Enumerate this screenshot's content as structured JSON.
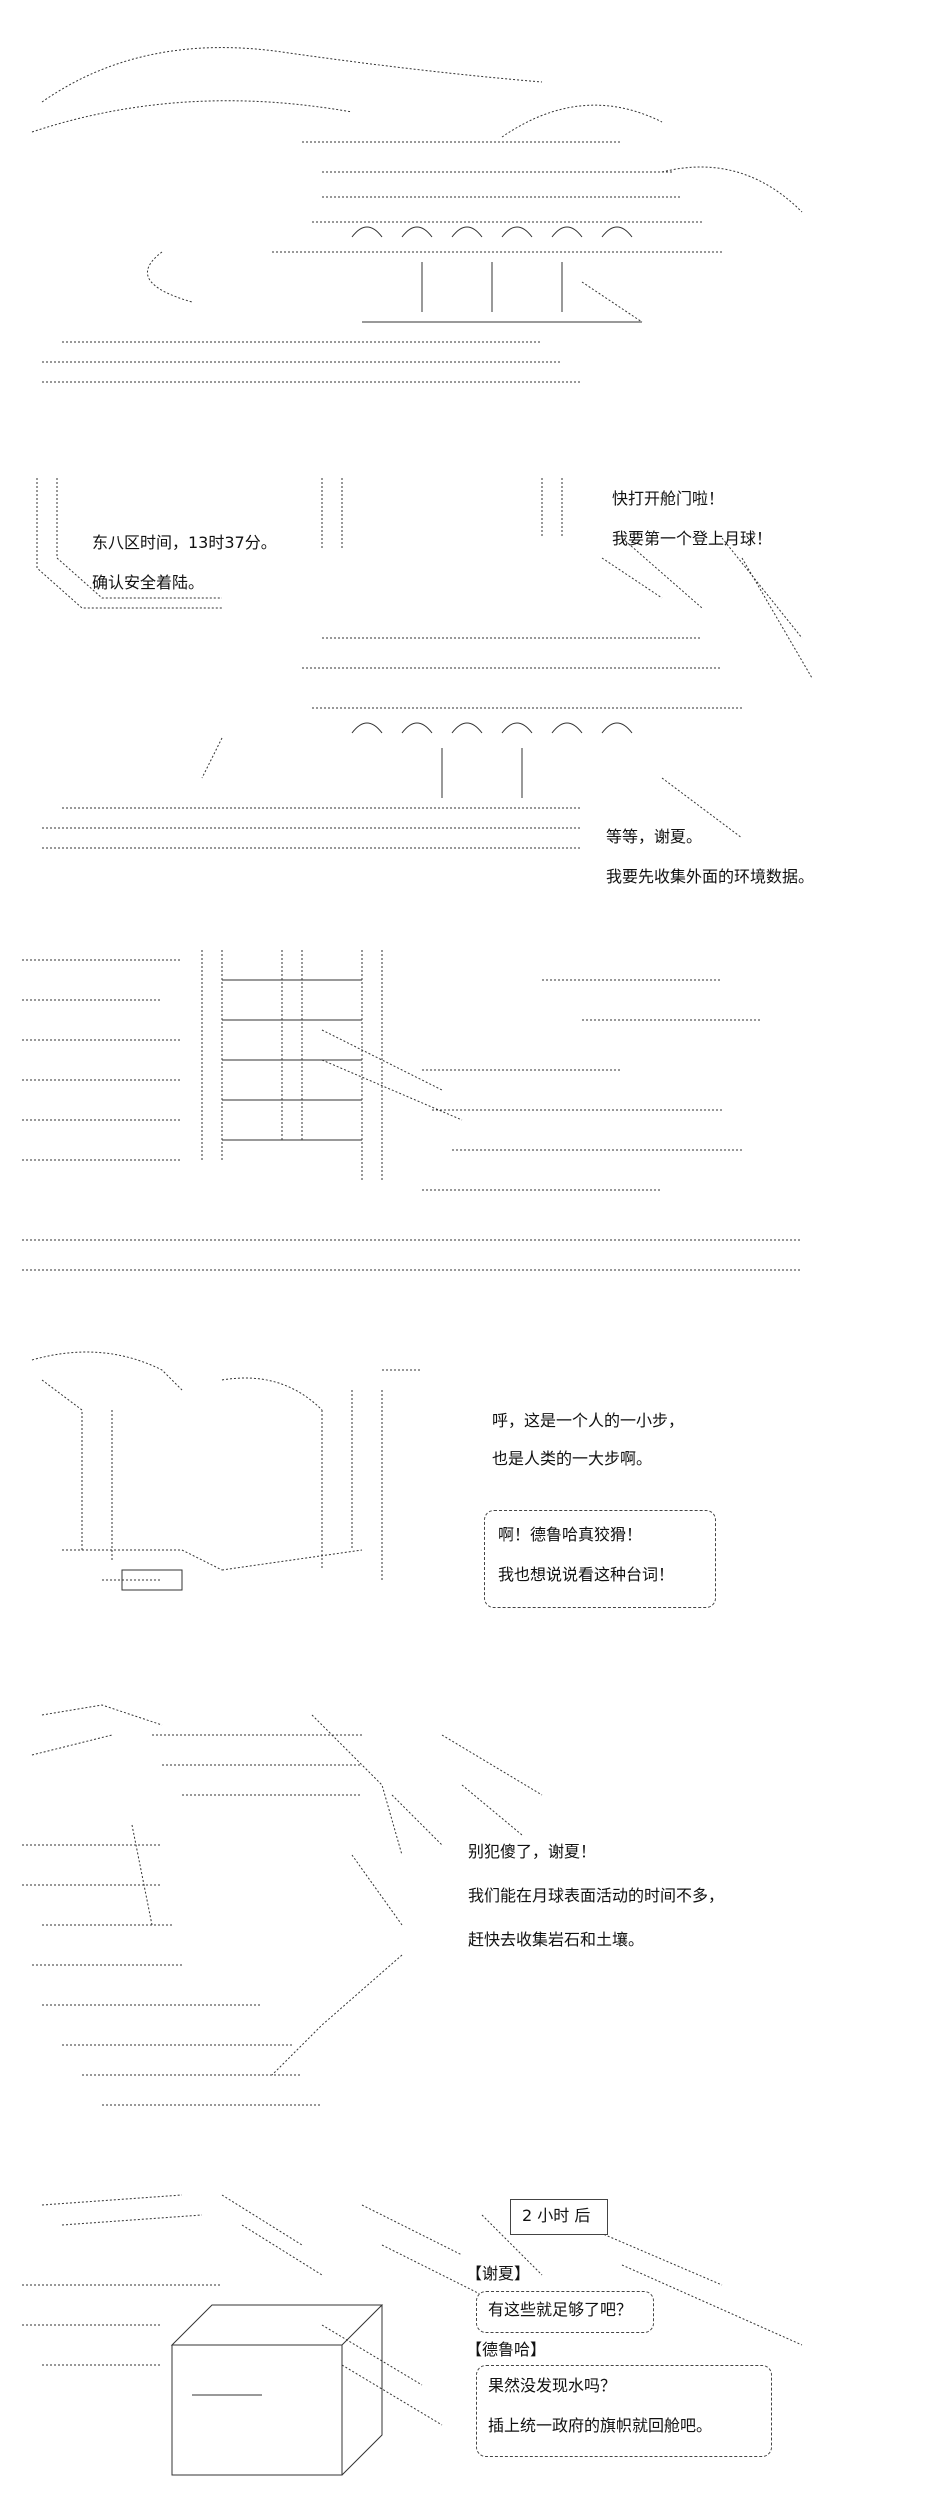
{
  "panels": [
    {
      "id": "p1",
      "lines": []
    },
    {
      "id": "p2",
      "lines": [
        "东八区时间，13时37分。",
        "确认安全着陆。",
        "快打开舱门啦！",
        "我要第一个登上月球！",
        "等等，谢夏。",
        "我要先收集外面的环境数据。"
      ]
    },
    {
      "id": "p3",
      "lines": []
    },
    {
      "id": "p4",
      "lines": [
        "呼，这是一个人的一小步，",
        "也是人类的一大步啊。",
        "啊！德鲁哈真狡猾！",
        "我也想说说看这种台词！"
      ]
    },
    {
      "id": "p5",
      "lines": [
        "别犯傻了，谢夏！",
        "我们能在月球表面活动的时间不多，",
        "赶快去收集岩石和土壤。"
      ]
    },
    {
      "id": "p6",
      "lines": [
        "2 小时 后",
        "【谢夏】",
        "有这些就足够了吧？",
        "【德鲁哈】",
        "果然没发现水吗？",
        "插上统一政府的旗帜就回舱吧。"
      ]
    }
  ]
}
